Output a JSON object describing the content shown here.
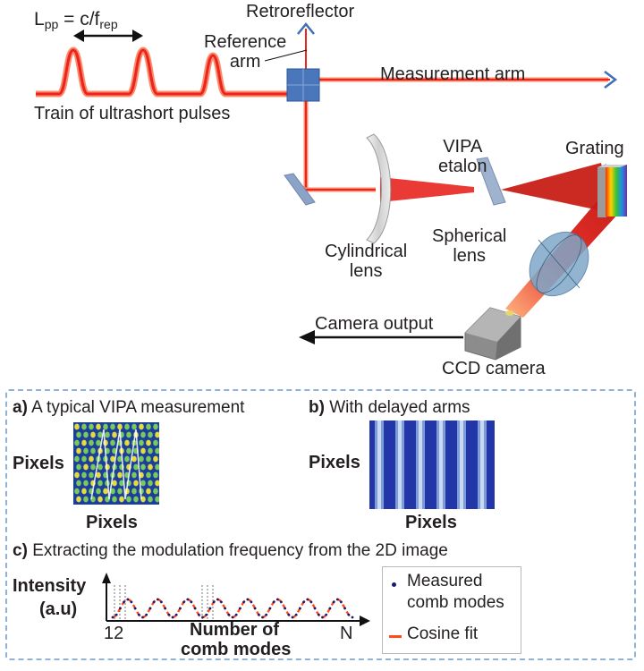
{
  "setup": {
    "lpp_label_main": "L",
    "lpp_sub_pp": "pp",
    "lpp_eq": " = c/f",
    "lpp_sub_rep": "rep",
    "retroreflector": "Retroreflector",
    "reference_arm": "Reference\narm",
    "measurement_arm": "Measurement arm",
    "train_of_pulses": "Train of ultrashort pulses",
    "vipa_etalon": "VIPA\netalon",
    "grating": "Grating",
    "cylindrical_lens": "Cylindrical\nlens",
    "spherical_lens": "Spherical\nlens",
    "camera_output": "Camera output",
    "ccd_camera": "CCD camera"
  },
  "panels": {
    "a_letter": "a)",
    "a_title": "A typical VIPA measurement",
    "b_letter": "b)",
    "b_title": "With delayed arms",
    "axis_pixels": "Pixels",
    "c_letter": "c)",
    "c_title": "Extracting the modulation frequency from the 2D image",
    "y_label_line1": "Intensity",
    "y_label_line2": "(a.u)",
    "x_label_line1": "Number of",
    "x_label_line2": "comb modes",
    "x_tick_start": "12",
    "x_tick_end": "N"
  },
  "legend": {
    "measured_line1": "Measured",
    "measured_line2": "comb modes",
    "cosine_fit": "Cosine fit"
  },
  "colors": {
    "beam": "#e8251f",
    "beam_glow": "#ff8a6a",
    "arrow_blue": "#3d6fb6",
    "dashed_border": "#8fb3d6",
    "measured_dots": "#1b1b6e",
    "cosine_fit": "#ff4a1c"
  },
  "icons": {
    "beam_splitter": "beam-splitter-icon",
    "mirror": "mirror-icon",
    "cylindrical_lens": "cylindrical-lens-icon",
    "vipa_etalon": "vipa-etalon-icon",
    "grating": "grating-icon",
    "spherical_lens": "spherical-lens-icon",
    "ccd_camera": "ccd-camera-icon"
  }
}
